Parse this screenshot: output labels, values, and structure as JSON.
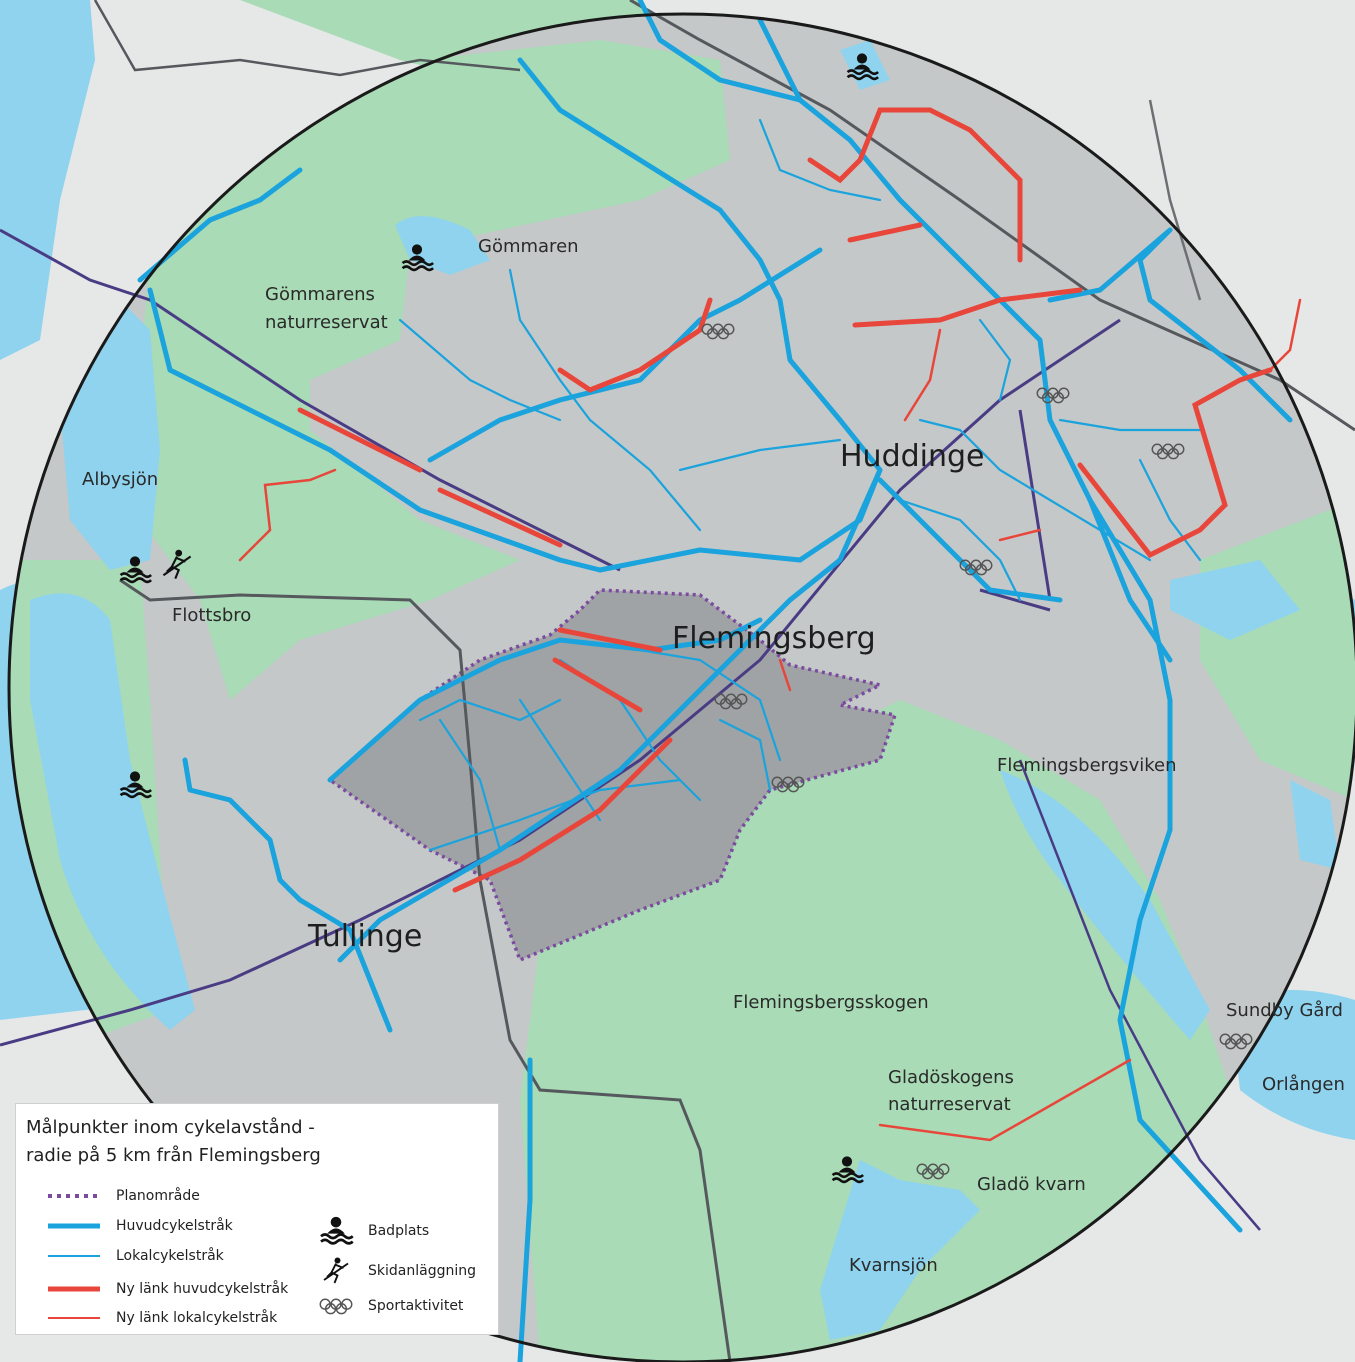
{
  "colors": {
    "background": "#e6e8e8",
    "water": "#8fd3ef",
    "park": "#a8dbb6",
    "circle_fill": "#c4c8c9",
    "plan_area": "#9fa3a5",
    "main_cycle": "#1aa3dc",
    "new_link": "#e8463a",
    "railway": "#6d6f73",
    "road": "#4a3c84",
    "plan_border": "#7a4b9e"
  },
  "places": {
    "gommaren": "Gömmaren",
    "gommarens_1": "Gömmarens",
    "gommarens_2": "naturreservat",
    "albysjon": "Albysjön",
    "flottsbro": "Flottsbro",
    "huddinge": "Huddinge",
    "flemingsberg": "Flemingsberg",
    "flemingsbergsviken": "Flemingsbergsviken",
    "tullinge": "Tullinge",
    "flemingsbergsskogen": "Flemingsbergsskogen",
    "sundby": "Sundby Gård",
    "orlangen": "Orlången",
    "glado_1": "Gladöskogens",
    "glado_2": "naturreservat",
    "glado_kvarn": "Gladö kvarn",
    "kvarnsjon": "Kvarnsjön"
  },
  "legend": {
    "title_line1": "Målpunkter inom cykelavstånd -",
    "title_line2": "radie på 5 km från Flemingsberg",
    "items": [
      {
        "label": "Planområde",
        "icon": "dotted-purple-line"
      },
      {
        "label": "Huvudcykelstråk",
        "icon": "thick-blue-line"
      },
      {
        "label": "Lokalcykelstråk",
        "icon": "thin-blue-line"
      },
      {
        "label": "Ny länk huvudcykelstråk",
        "icon": "thick-red-line"
      },
      {
        "label": "Ny länk lokalcykelstråk",
        "icon": "thin-red-line"
      }
    ],
    "symbols": [
      {
        "label": "Badplats",
        "icon": "swimmer-icon"
      },
      {
        "label": "Skidanläggning",
        "icon": "skier-icon"
      },
      {
        "label": "Sportaktivitet",
        "icon": "olympic-rings-icon"
      }
    ]
  }
}
